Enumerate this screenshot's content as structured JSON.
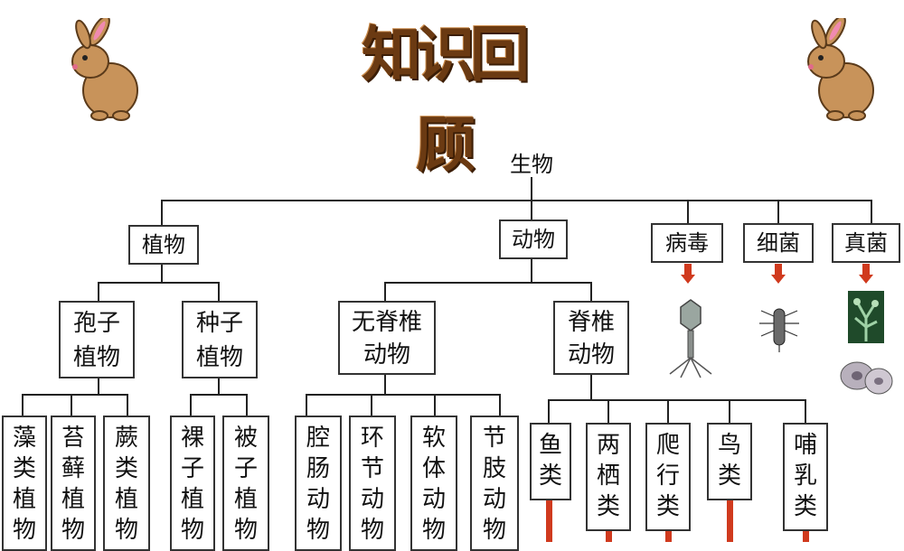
{
  "header": {
    "title": "知识回顾"
  },
  "tree": {
    "root": "生物",
    "level1": [
      "植物",
      "动物",
      "病毒",
      "细菌",
      "真菌"
    ],
    "plants": {
      "spore": "孢子植物",
      "seed": "种子植物"
    },
    "animals": {
      "invertebrate": "无脊椎动物",
      "vertebrate": "脊椎动物"
    },
    "spore_children": [
      "藻类植物",
      "苔藓植物",
      "蕨类植物"
    ],
    "seed_children": [
      "裸子植物",
      "被子植物"
    ],
    "invertebrate_children": [
      "腔肠动物",
      "环节动物",
      "软体动物",
      "节肢动物"
    ],
    "vertebrate_children": [
      "鱼类",
      "两栖类",
      "爬行类",
      "鸟类",
      "哺乳类"
    ]
  },
  "colors": {
    "arrow": "#d03a1e",
    "title": "#6b3a12",
    "rabbit": "#c8935a"
  },
  "icons": [
    "rabbit-left-icon",
    "rabbit-right-icon",
    "virus-image",
    "bacteria-image",
    "fungus-image",
    "mushroom-image"
  ]
}
